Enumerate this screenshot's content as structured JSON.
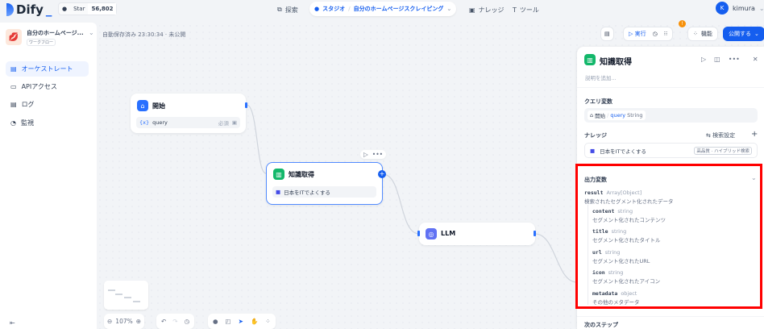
{
  "header": {
    "logo": "Dify",
    "star_label": "Star",
    "star_count": "56,802",
    "nav": [
      {
        "label": "探索",
        "icon": "explore-icon"
      },
      {
        "label": "ナレッジ",
        "icon": "book-icon"
      },
      {
        "label": "ツール",
        "icon": "tool-icon"
      }
    ],
    "studio": "スタジオ",
    "app_breadcrumb": "自分のホームページスクレイピング",
    "user_initial": "K",
    "user_name": "kimura"
  },
  "sidebar": {
    "app_name": "自分のホームページ...",
    "app_type": "ワークフロー",
    "items": [
      {
        "label": "オーケストレート",
        "active": true
      },
      {
        "label": "APIアクセス"
      },
      {
        "label": "ログ"
      },
      {
        "label": "監視"
      }
    ]
  },
  "canvas": {
    "autosave": "自動保存済み 23:30:34 · 未公開",
    "nodes": {
      "start": {
        "title": "開始",
        "var_icon": "{x}",
        "var": "query",
        "required": "必須"
      },
      "knowledge": {
        "title": "知識取得",
        "dataset": "日本をITでよくする"
      },
      "llm": {
        "title": "LLM"
      }
    },
    "zoom": "107%"
  },
  "toolbar": {
    "run": "実行",
    "badge": "!",
    "features": "機能",
    "publish": "公開する"
  },
  "panel": {
    "title": "知識取得",
    "description_placeholder": "説明を追加...",
    "query_label": "クエリ変数",
    "query_source": "開始",
    "query_var": "query",
    "query_type": "String",
    "knowledge_label": "ナレッジ",
    "retrieval_settings": "検索設定",
    "dataset": "日本をITでよくする",
    "dataset_tag": "高品質 · ハイブリッド検索",
    "output_label": "出力変数",
    "result": {
      "name": "result",
      "type": "Array[Object]",
      "desc": "検索されたセグメント化されたデータ"
    },
    "fields": [
      {
        "name": "content",
        "type": "string",
        "desc": "セグメント化されたコンテンツ"
      },
      {
        "name": "title",
        "type": "string",
        "desc": "セグメント化されたタイトル"
      },
      {
        "name": "url",
        "type": "string",
        "desc": "セグメント化されたURL"
      },
      {
        "name": "icon",
        "type": "string",
        "desc": "セグメント化されたアイコン"
      },
      {
        "name": "metadata",
        "type": "object",
        "desc": "その他のメタデータ"
      }
    ],
    "next_step": "次のステップ"
  },
  "colors": {
    "accent": "#155eef",
    "highlight": "#ff0000",
    "knowledge_icon": "#12b76a",
    "llm_icon": "#6172f3"
  }
}
